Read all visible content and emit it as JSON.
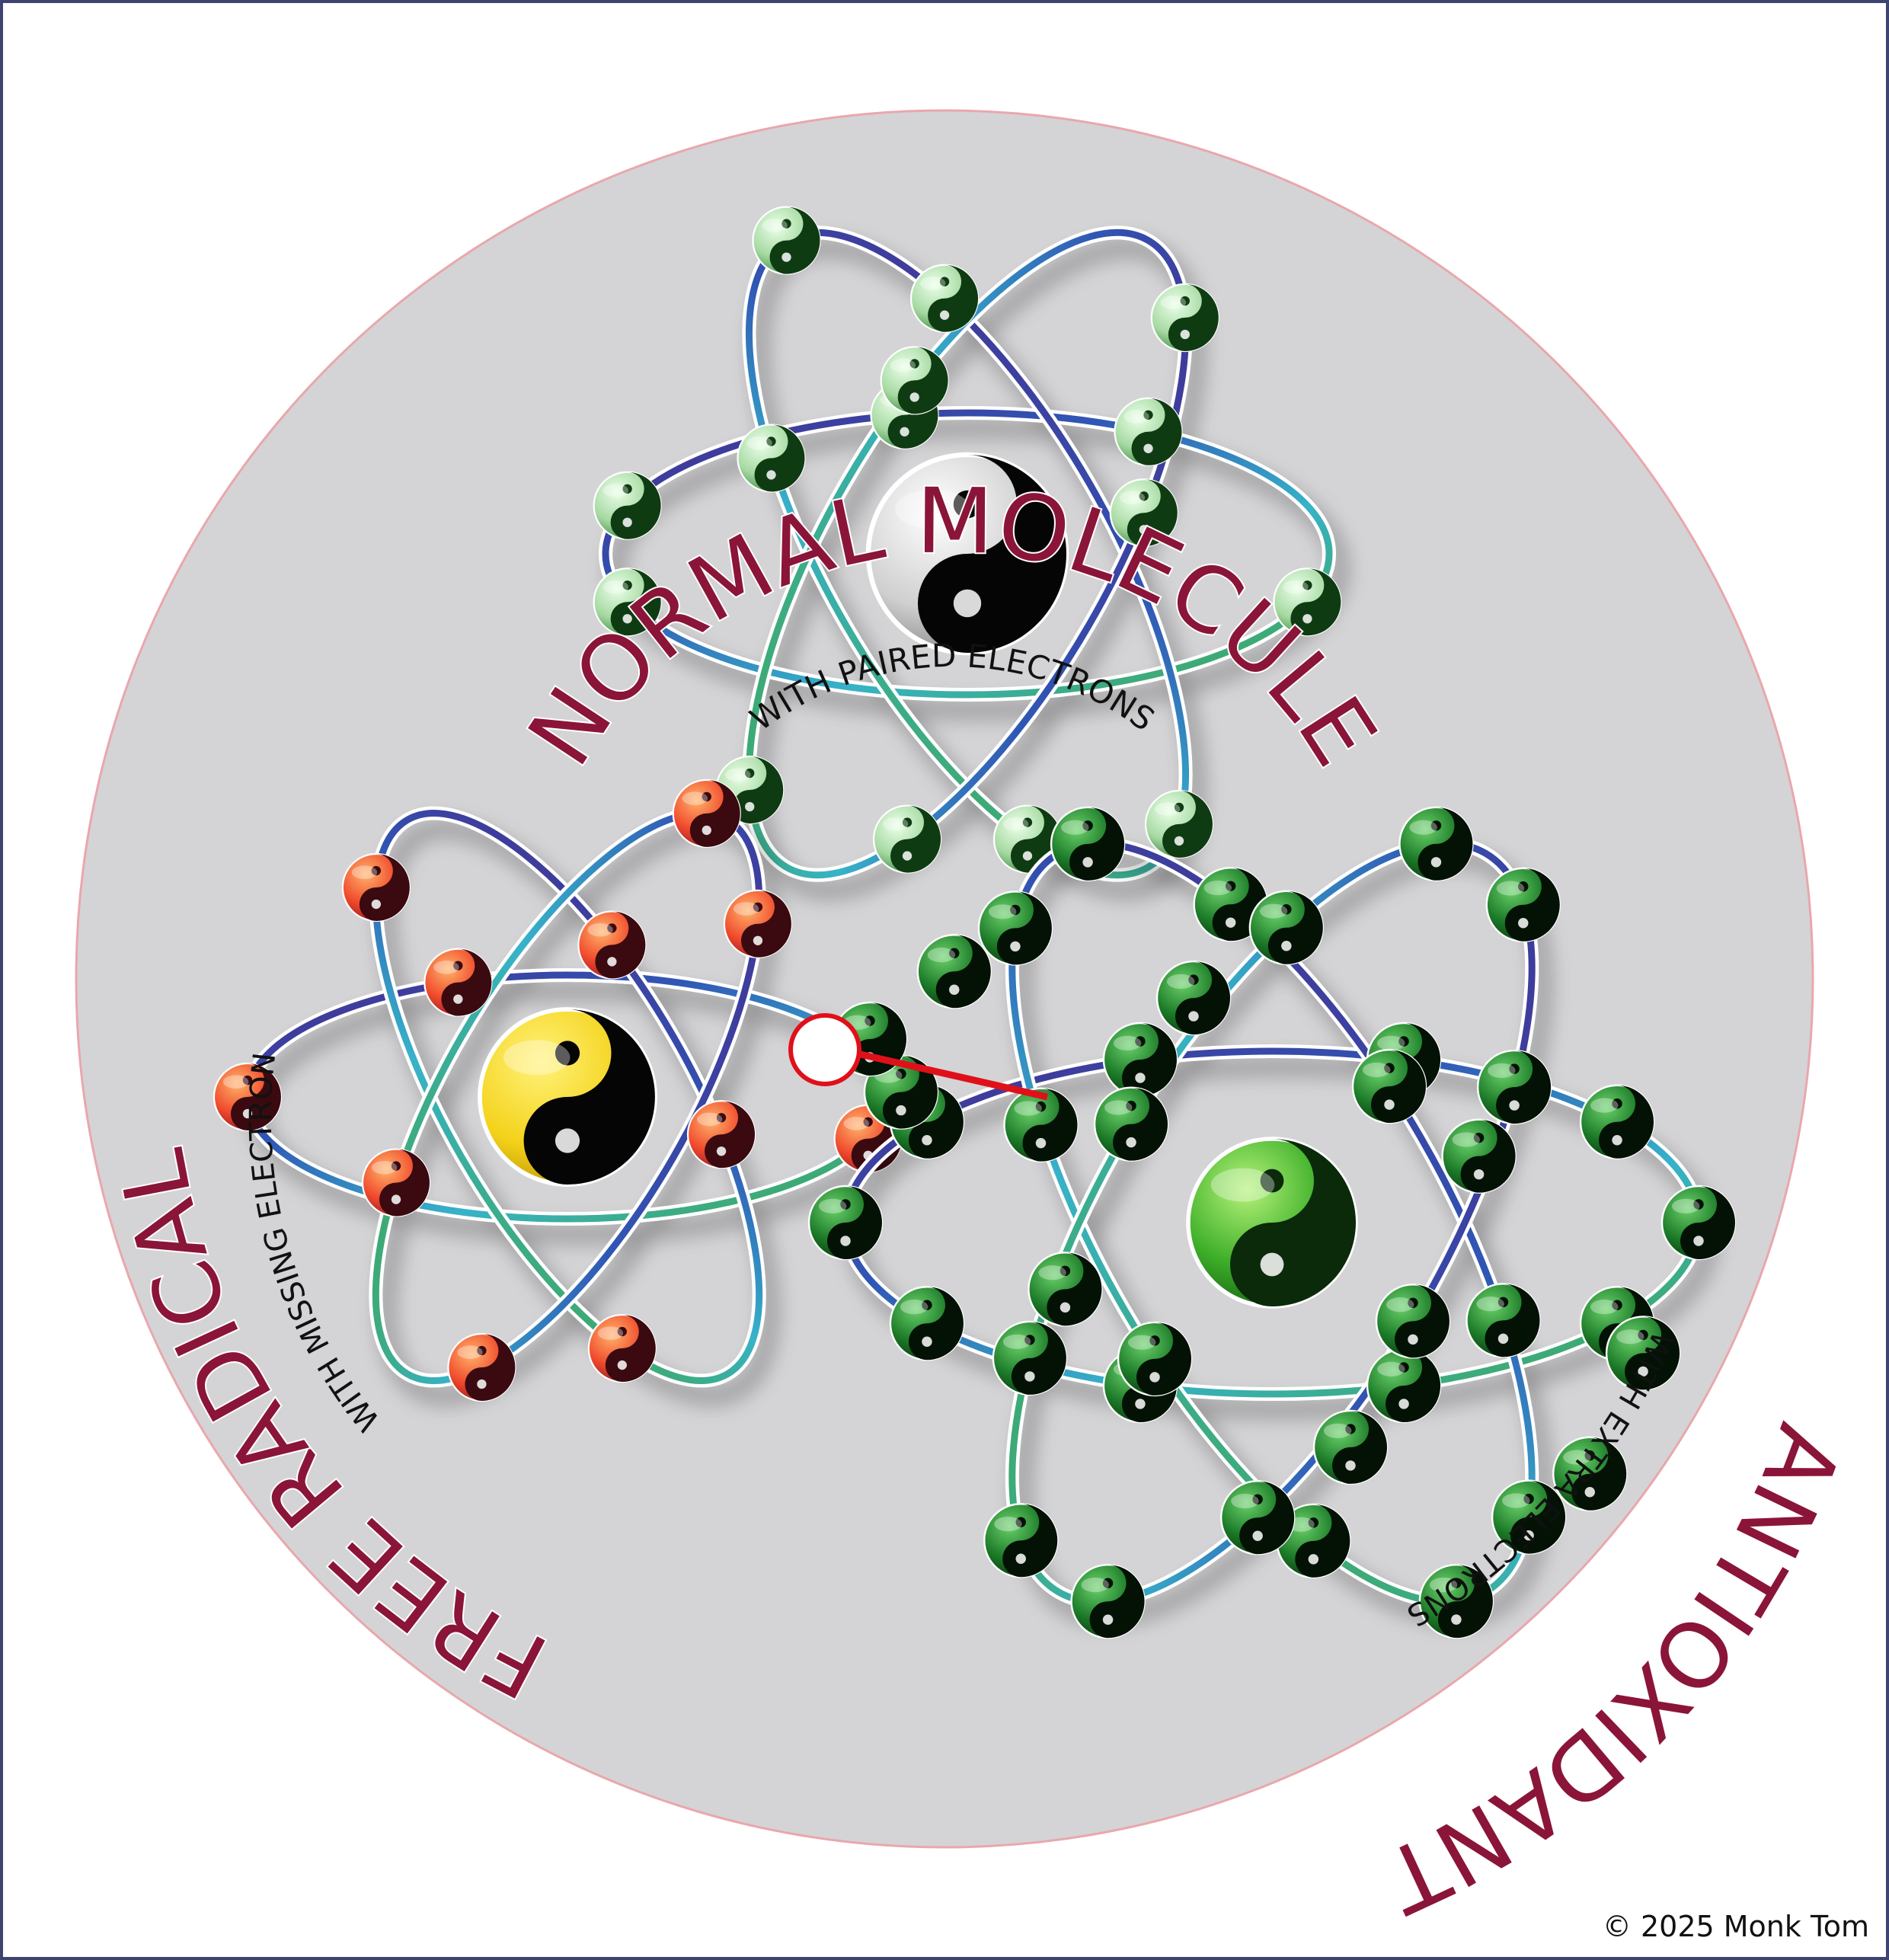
{
  "diagram": {
    "normal_molecule": {
      "title": "NORMAL MOLECULE",
      "subtitle": "WITH PAIRED ELECTRONS",
      "nucleus_style": "black-white-yin-yang",
      "electron_style": "green-white-yin-yang",
      "electron_count": 15
    },
    "free_radical": {
      "title": "FREE RADICAL",
      "subtitle": "WITH MISSING ELECTRON",
      "nucleus_style": "black-yellow-yin-yang",
      "electron_style": "red-orange-yin-yang",
      "electron_count": 11,
      "missing_electron_count": 1
    },
    "antioxidant": {
      "title": "ANTIOXIDANT",
      "subtitle": "WITH EXTRA ELECTRONS",
      "nucleus_style": "green-yin-yang",
      "electron_style": "dark-green-spiral",
      "electron_count": 38
    },
    "transfer": {
      "description_visible": false,
      "link_color": "#e0101a"
    },
    "colors": {
      "background_circle": "#d4d4d6",
      "title_text": "#8a1538",
      "title_outline": "#ffffff",
      "orbit_purple": "#4a2a8a",
      "orbit_blue": "#2f56b5",
      "orbit_cyan": "#37b2c9",
      "orbit_green": "#41a53a",
      "frame": "#3d4470"
    }
  },
  "footer": {
    "copyright": "© 2025 Monk Tom"
  }
}
